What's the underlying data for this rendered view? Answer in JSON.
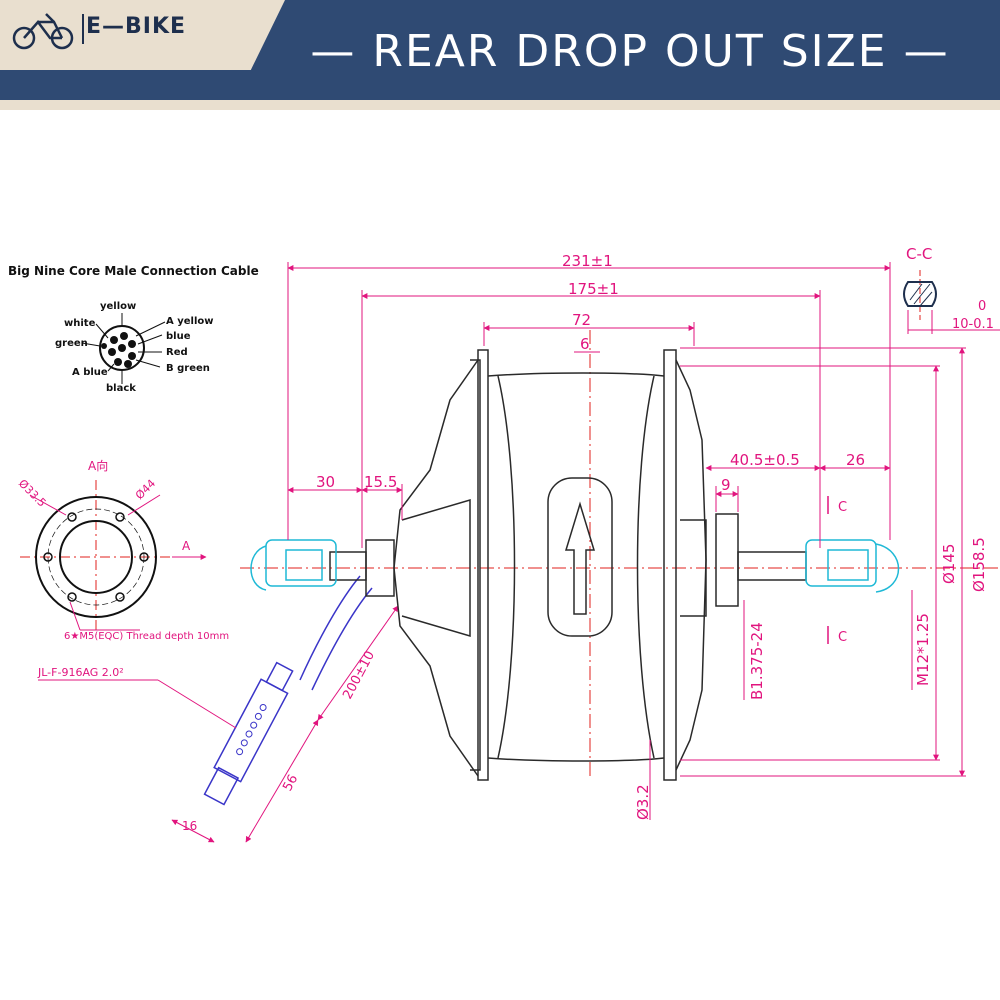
{
  "header": {
    "brand": "E—BIKE",
    "logo_icon": "bike-logo-icon",
    "title": "— REAR DROP OUT SIZE —"
  },
  "colors": {
    "header_bg": "#2f4a73",
    "accent_tan": "#e9dfcf",
    "dimension": "#e1147e",
    "cable": "#3a35c8",
    "connector": "#1fb9d6",
    "centerline": "#e0201e",
    "hub_line": "#2a2a2a"
  },
  "cable_label": "Big Nine Core Male Connection Cable",
  "connector_pins": {
    "yellow": "yellow",
    "white": "white",
    "green": "green",
    "a_blue": "A blue",
    "black": "black",
    "a_yellow": "A yellow",
    "blue": "blue",
    "red": "Red",
    "b_green": "B green"
  },
  "flange": {
    "view_label": "A向",
    "arrow_label": "A",
    "bolt_circle": "Ø33.5",
    "outer_dia": "Ø44",
    "thread_note": "6★M5(EQC) Thread depth 10mm"
  },
  "dimensions": {
    "overall": "231±1",
    "dropout": "175±1",
    "body": "72",
    "offset": "6",
    "left_axle": "30",
    "left_shoulder": "15.5",
    "right_axle": "40.5±0.5",
    "right_tip": "26",
    "freewheel": "9",
    "cable_length": "200±10",
    "connector_length": "56",
    "connector_width": "16",
    "spoke_hole": "Ø3.2",
    "thread_freewheel": "B1.375-24",
    "thread_axle": "M12*1.25",
    "flange_dia": "Ø145",
    "shell_dia": "Ø158.5"
  },
  "section": {
    "title": "C-C",
    "width_top": "0",
    "width_bottom": "10-0.1",
    "marker_top": "C",
    "marker_bottom": "C"
  },
  "connector_label": "JL-F-916AG 2.0²"
}
